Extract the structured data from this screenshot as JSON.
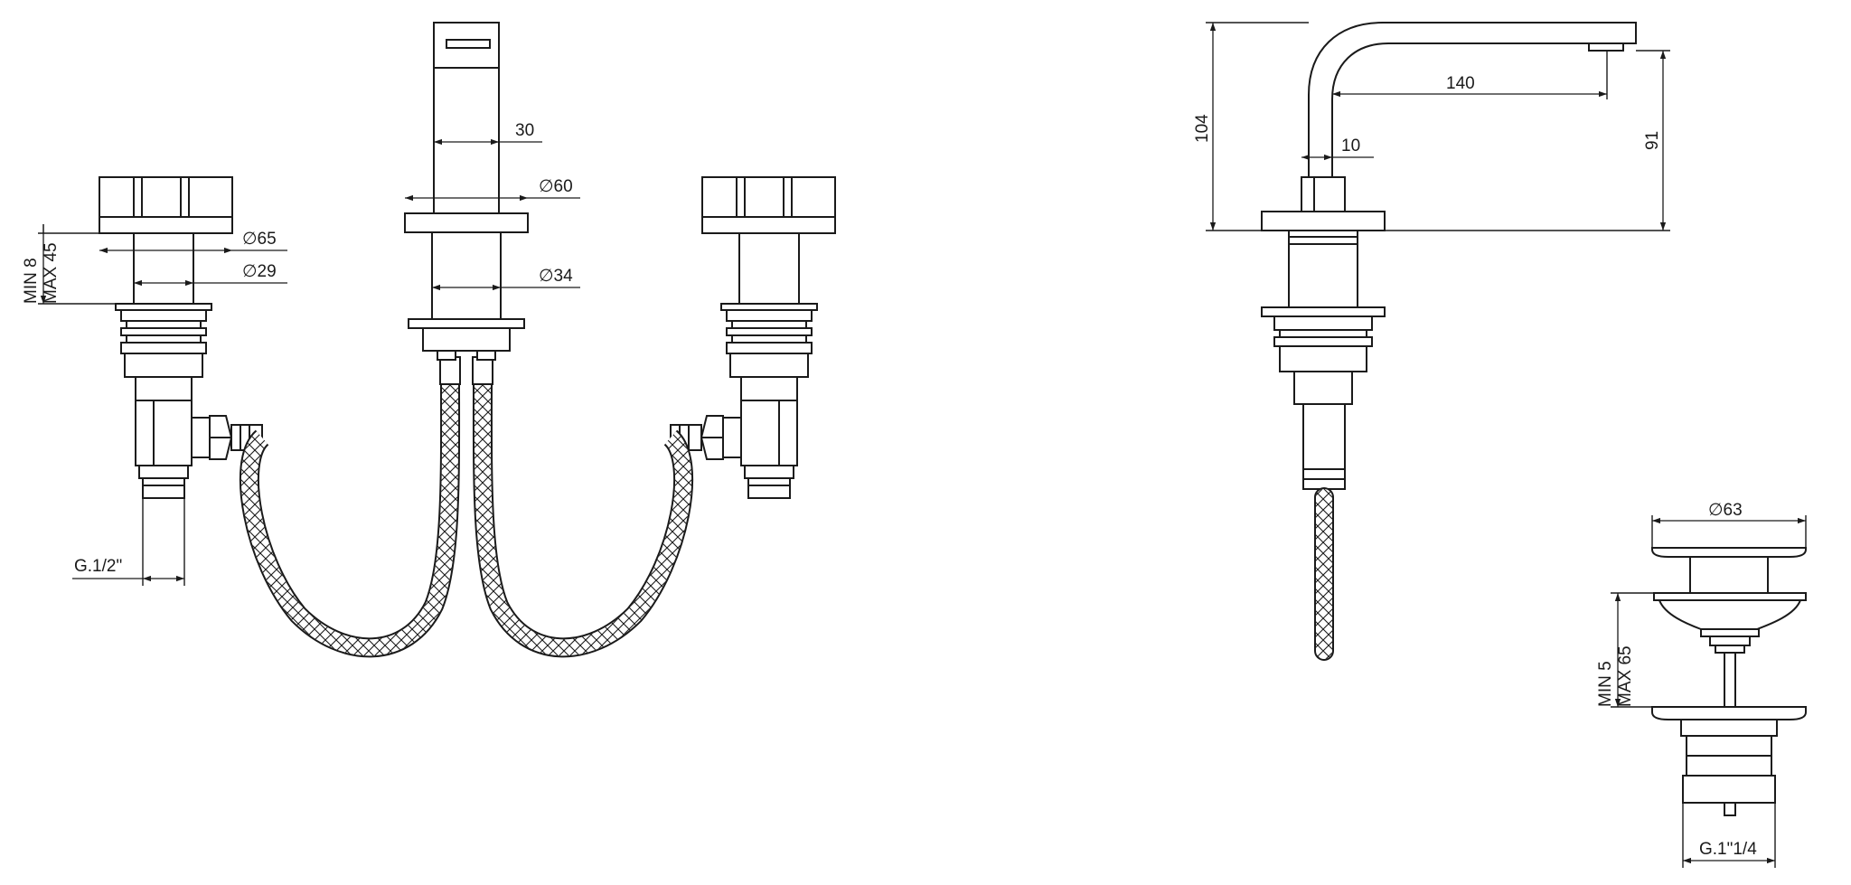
{
  "dimensions": {
    "spout_width": "30",
    "spout_base_diameter": "∅60",
    "spout_body_diameter": "∅34",
    "handle_diameter": "∅65",
    "handle_body_diameter": "∅29",
    "handle_deck_thickness": "MIN 8\nMAX 45",
    "handle_connection": "G.1/2\"",
    "spout_height": "104",
    "spout_reach": "140",
    "spout_outlet_height": "91",
    "spout_projection": "10",
    "waste_diameter": "∅63",
    "waste_thickness": "MIN 5\nMAX 65",
    "waste_connection": "G.1\"1/4"
  }
}
